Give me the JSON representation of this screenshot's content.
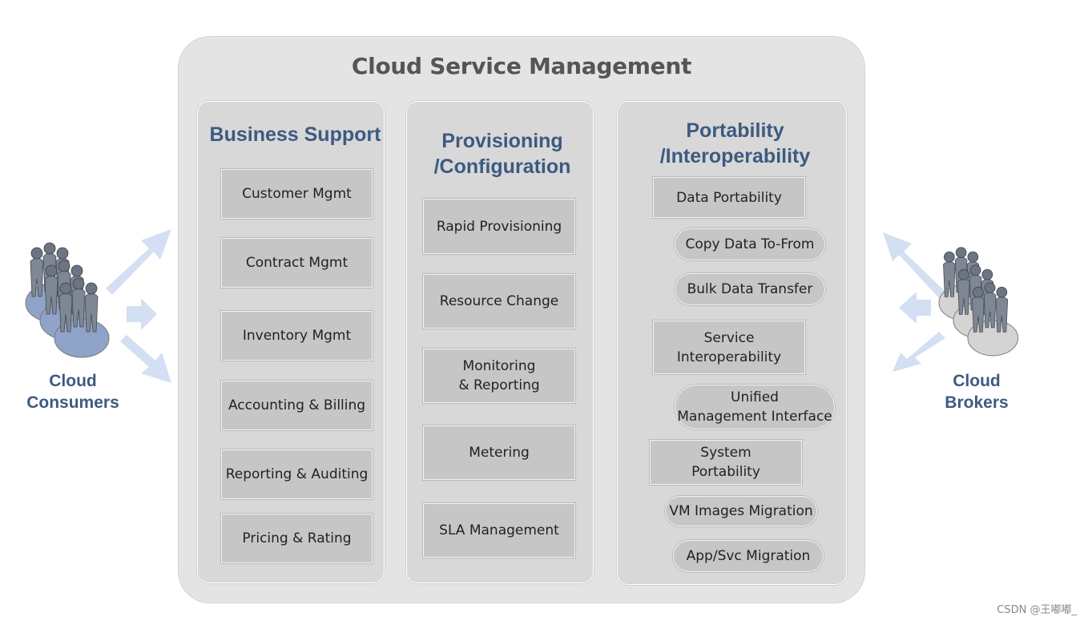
{
  "title": "Cloud Service Management",
  "columns": [
    {
      "title": "Business Support",
      "items": [
        "Customer Mgmt",
        "Contract Mgmt",
        "Inventory Mgmt",
        "Accounting & Billing",
        "Reporting & Auditing",
        "Pricing & Rating"
      ]
    },
    {
      "title": "Provisioning\n/Configuration",
      "items": [
        "Rapid Provisioning",
        "Resource Change",
        "Monitoring\n& Reporting",
        "Metering",
        "SLA Management"
      ]
    },
    {
      "title": "Portability\n/Interoperability",
      "items": [
        {
          "label": "Data Portability",
          "shape": "box"
        },
        {
          "label": "Copy Data To-From",
          "shape": "pill"
        },
        {
          "label": "Bulk Data Transfer",
          "shape": "pill"
        },
        {
          "label": "Service\nInteroperability",
          "shape": "box"
        },
        {
          "label": "Unified\nManagement Interface",
          "shape": "pill"
        },
        {
          "label": "System\nPortability",
          "shape": "box"
        },
        {
          "label": "VM Images Migration",
          "shape": "pill"
        },
        {
          "label": "App/Svc Migration",
          "shape": "pill"
        }
      ]
    }
  ],
  "actors": {
    "left": {
      "label": "Cloud\nConsumers",
      "color": "#3d5a80",
      "figure_color": "#8fa3c8"
    },
    "right": {
      "label": "Cloud\nBrokers",
      "color": "#3d5a80",
      "figure_color": "#d4d4d4"
    }
  },
  "colors": {
    "heading": "#3d5a80",
    "title": "#555555",
    "arrow": "#d3dff2"
  },
  "watermark": "CSDN @王嘟嘟_"
}
